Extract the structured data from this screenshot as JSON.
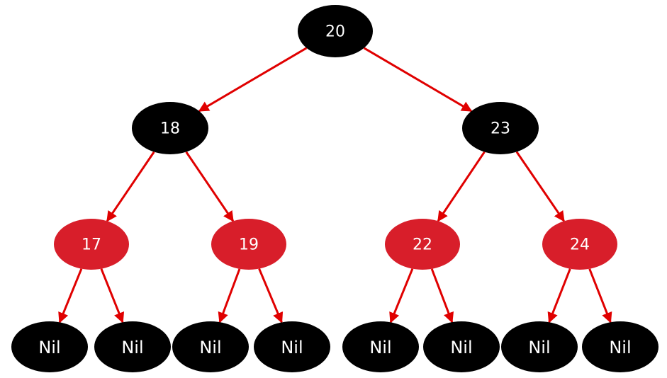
{
  "colors": {
    "black_node": "#000000",
    "red_node": "#d81e2a",
    "edge": "#e00000",
    "label": "#ffffff",
    "background": "#ffffff"
  },
  "nodes": [
    {
      "id": "n20",
      "label": "20",
      "color": "black"
    },
    {
      "id": "n18",
      "label": "18",
      "color": "black"
    },
    {
      "id": "n23",
      "label": "23",
      "color": "black"
    },
    {
      "id": "n17",
      "label": "17",
      "color": "red"
    },
    {
      "id": "n19",
      "label": "19",
      "color": "red"
    },
    {
      "id": "n22",
      "label": "22",
      "color": "red"
    },
    {
      "id": "n24",
      "label": "24",
      "color": "red"
    },
    {
      "id": "nil1",
      "label": "Nil",
      "color": "black"
    },
    {
      "id": "nil2",
      "label": "Nil",
      "color": "black"
    },
    {
      "id": "nil3",
      "label": "Nil",
      "color": "black"
    },
    {
      "id": "nil4",
      "label": "Nil",
      "color": "black"
    },
    {
      "id": "nil5",
      "label": "Nil",
      "color": "black"
    },
    {
      "id": "nil6",
      "label": "Nil",
      "color": "black"
    },
    {
      "id": "nil7",
      "label": "Nil",
      "color": "black"
    },
    {
      "id": "nil8",
      "label": "Nil",
      "color": "black"
    }
  ],
  "edges": [
    {
      "from": "n20",
      "to": "n18"
    },
    {
      "from": "n20",
      "to": "n23"
    },
    {
      "from": "n18",
      "to": "n17"
    },
    {
      "from": "n18",
      "to": "n19"
    },
    {
      "from": "n23",
      "to": "n22"
    },
    {
      "from": "n23",
      "to": "n24"
    },
    {
      "from": "n17",
      "to": "nil1"
    },
    {
      "from": "n17",
      "to": "nil2"
    },
    {
      "from": "n19",
      "to": "nil3"
    },
    {
      "from": "n19",
      "to": "nil4"
    },
    {
      "from": "n22",
      "to": "nil5"
    },
    {
      "from": "n22",
      "to": "nil6"
    },
    {
      "from": "n24",
      "to": "nil7"
    },
    {
      "from": "n24",
      "to": "nil8"
    }
  ]
}
